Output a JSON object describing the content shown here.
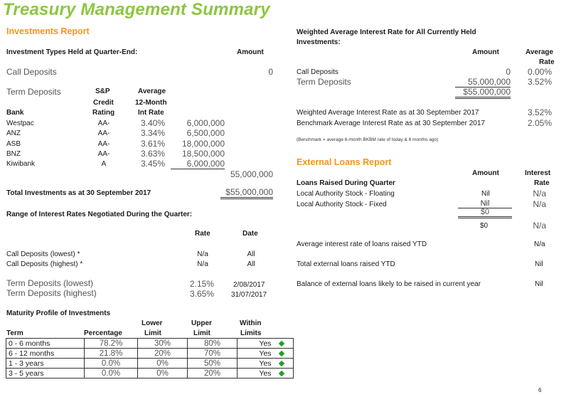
{
  "title": "Treasury Management Summary",
  "page_number": "6",
  "investments": {
    "heading": "Investments Report",
    "types_label": "Investment Types Held at Quarter-End:",
    "amount_label": "Amount",
    "call_deposits": {
      "label": "Call Deposits",
      "amount": "0"
    },
    "term_deposits_label": "Term Deposits",
    "col_sp": "S&P",
    "col_credit": "Credit",
    "col_rating": "Rating",
    "col_average": "Average",
    "col_12month": "12-Month",
    "col_intrate": "Int Rate",
    "col_bank": "Bank",
    "banks": [
      {
        "bank": "Westpac",
        "rating": "AA-",
        "rate": "3.40%",
        "amount": "6,000,000"
      },
      {
        "bank": "ANZ",
        "rating": "AA-",
        "rate": "3.34%",
        "amount": "6,500,000"
      },
      {
        "bank": "ASB",
        "rating": "AA-",
        "rate": "3.61%",
        "amount": "18,000,000"
      },
      {
        "bank": "BNZ",
        "rating": "AA-",
        "rate": "3.63%",
        "amount": "18,500,000"
      },
      {
        "bank": "Kiwibank",
        "rating": "A",
        "rate": "3.45%",
        "amount": "6,000,000"
      }
    ],
    "term_subtotal": "55,000,000",
    "total_label": "Total Investments as at 30 September 2017",
    "total_amount": "$55,000,000"
  },
  "rates_range": {
    "heading": "Range of Interest Rates Negotiated During the Quarter:",
    "col_rate": "Rate",
    "col_date": "Date",
    "rows": [
      {
        "label": "Call Deposits (lowest) *",
        "rate": "N/a",
        "date": "All"
      },
      {
        "label": "Call Deposits (highest) *",
        "rate": "N/a",
        "date": "All"
      },
      {
        "label": "Term Deposits (lowest)",
        "rate": "2.15%",
        "date": "2/08/2017"
      },
      {
        "label": "Term Deposits (highest)",
        "rate": "3.65%",
        "date": "31/07/2017"
      }
    ]
  },
  "maturity": {
    "heading": "Maturity Profile of Investments",
    "col_term": "Term",
    "col_percentage": "Percentage",
    "col_lower_1": "Lower",
    "col_lower_2": "Limit",
    "col_upper_1": "Upper",
    "col_upper_2": "Limit",
    "col_within_1": "Within",
    "col_within_2": "Limits",
    "rows": [
      {
        "term": "0 - 6 months",
        "pct": "78.2%",
        "lower": "30%",
        "upper": "80%",
        "within": "Yes"
      },
      {
        "term": "6 - 12 months",
        "pct": "21.8%",
        "lower": "20%",
        "upper": "70%",
        "within": "Yes"
      },
      {
        "term": "1 - 3 years",
        "pct": "0.0%",
        "lower": "0%",
        "upper": "50%",
        "within": "Yes"
      },
      {
        "term": "3 - 5 years",
        "pct": "0.0%",
        "lower": "0%",
        "upper": "20%",
        "within": "Yes"
      }
    ],
    "indicator_color": "#1fa21f"
  },
  "weighted": {
    "heading_1": "Weighted Average Interest Rate for All Currently Held",
    "heading_2": "Investments:",
    "col_amount": "Amount",
    "col_average": "Average",
    "col_rate": "Rate",
    "call": {
      "label": "Call Deposits",
      "amount": "0",
      "rate": "0.00%"
    },
    "term": {
      "label": "Term Deposits",
      "amount": "55,000,000",
      "rate": "3.52%"
    },
    "total": "$55,000,000",
    "wavg_label": "Weighted Average Interest Rate as at 30 September 2017",
    "wavg_value": "3.52%",
    "bench_label": "Benchmark Average Interest Rate as at 30 September 2017",
    "bench_value": "2.05%",
    "bench_note": "(Benchmark = average  6-month BKBM rate of today & 6 months ago)"
  },
  "external": {
    "heading": "External Loans Report",
    "col_amount": "Amount",
    "col_interest": "Interest",
    "col_rate": "Rate",
    "loans_label": "Loans Raised During Quarter",
    "rows": [
      {
        "label": "Local Authority Stock - Floating",
        "amount": "Nil",
        "rate": "N/a"
      },
      {
        "label": "Local Authority Stock - Fixed",
        "amount": "Nil",
        "rate": "N/a"
      }
    ],
    "subtotal": "$0",
    "total": "$0",
    "total_rate": "N/a",
    "avg_label": "Average interest rate of loans raised YTD",
    "avg_value": "N/a",
    "total_ext_label": "Total external loans raised YTD",
    "total_ext_value": "Nil",
    "balance_label": "Balance of external loans likely to be raised in current year",
    "balance_value": "Nil"
  }
}
